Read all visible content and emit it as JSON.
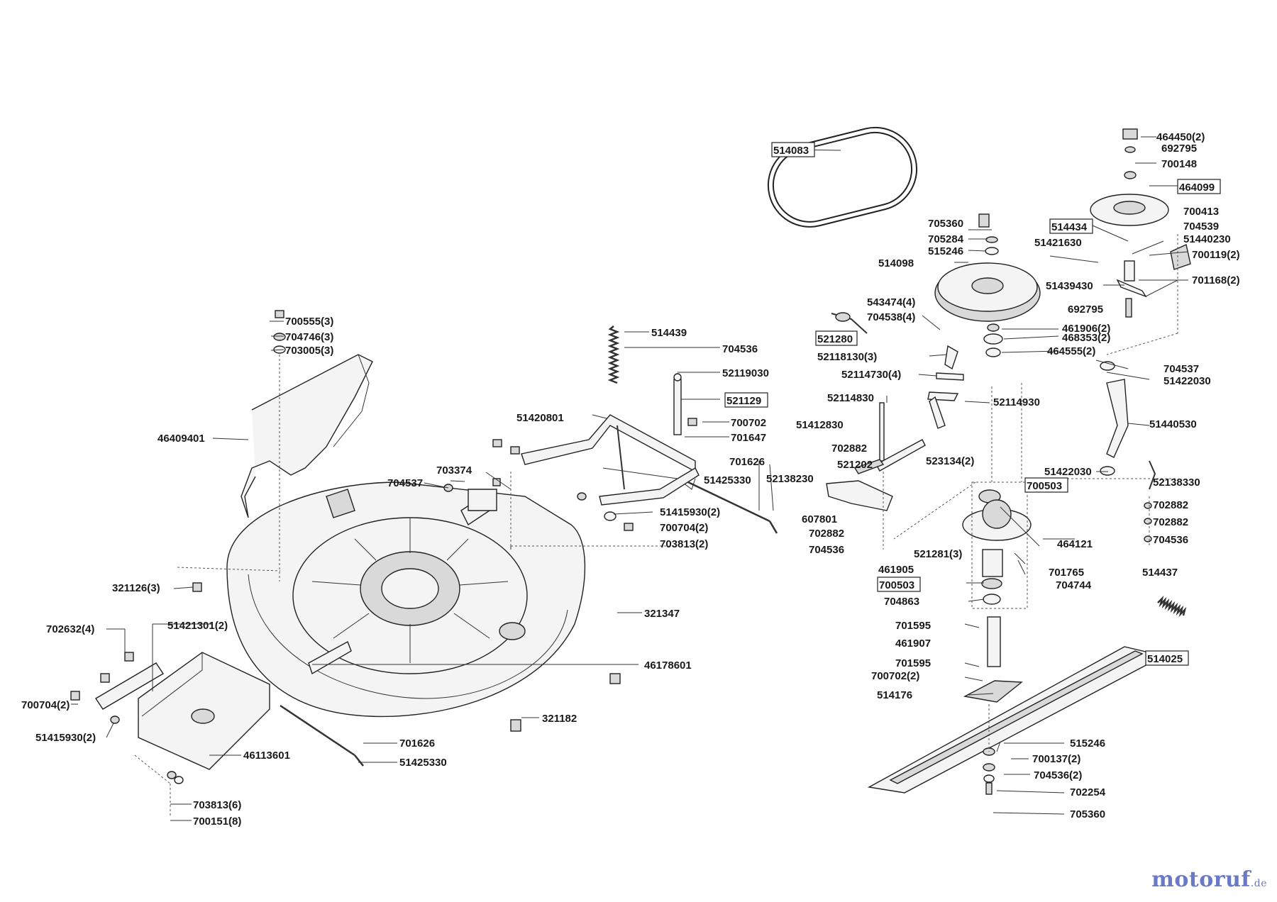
{
  "labels": {
    "l514083": "514083",
    "l464450_2": "464450(2)",
    "l692795a": "692795",
    "l700148": "700148",
    "l464099": "464099",
    "l705360a": "705360",
    "l514434": "514434",
    "l700413": "700413",
    "l704539": "704539",
    "l51440230": "51440230",
    "l705284": "705284",
    "l51421630": "51421630",
    "l515246a": "515246",
    "l700119_2": "700119(2)",
    "l514098": "514098",
    "l701168_2": "701168(2)",
    "l51439430": "51439430",
    "l692795b": "692795",
    "l543474_4": "543474(4)",
    "l704538_4": "704538(4)",
    "l461906_2": "461906(2)",
    "l468353_2": "468353(2)",
    "l521280": "521280",
    "l464555_2": "464555(2)",
    "l52118130_3": "52118130(3)",
    "l704537a": "704537",
    "l52114730_4": "52114730(4)",
    "l51422030a": "51422030",
    "l52114830": "52114830",
    "l52114930": "52114930",
    "l51440530": "51440530",
    "l51412830": "51412830",
    "l702882a": "702882",
    "l523134_2": "523134(2)",
    "l521202": "521202",
    "l51422030b": "51422030",
    "l52138230": "52138230",
    "l700503a": "700503",
    "l52138330": "52138330",
    "l607801": "607801",
    "l702882b": "702882",
    "l702882c": "702882",
    "l702882d": "702882",
    "l464121": "464121",
    "l704536a": "704536",
    "l704536b": "704536",
    "l521281_3": "521281(3)",
    "l461905": "461905",
    "l701765": "701765",
    "l514437": "514437",
    "l700503b": "700503",
    "l704744": "704744",
    "l704863": "704863",
    "l701595a": "701595",
    "l461907": "461907",
    "l701595b": "701595",
    "l514025": "514025",
    "l700702_2": "700702(2)",
    "l514176": "514176",
    "l515246b": "515246",
    "l700137_2": "700137(2)",
    "l704536_2": "704536(2)",
    "l702254": "702254",
    "l705360b": "705360",
    "l700555_3": "700555(3)",
    "l704746_3": "704746(3)",
    "l703005_3": "703005(3)",
    "l514439": "514439",
    "l704536c": "704536",
    "l52119030": "52119030",
    "l521129": "521129",
    "l51420801": "51420801",
    "l700702": "700702",
    "l701647": "701647",
    "l46409401": "46409401",
    "l701626a": "701626",
    "l703374": "703374",
    "l51425330a": "51425330",
    "l704537b": "704537",
    "l51415930_2a": "51415930(2)",
    "l700704_2a": "700704(2)",
    "l703813_2": "703813(2)",
    "l321126_3": "321126(3)",
    "l321347": "321347",
    "l702632_4": "702632(4)",
    "l51421301_2": "51421301(2)",
    "l46178601": "46178601",
    "l700704_2b": "700704(2)",
    "l51415930_2b": "51415930(2)",
    "l321182": "321182",
    "l46113601": "46113601",
    "l701626b": "701626",
    "l51425330b": "51425330",
    "l703813_6": "703813(6)",
    "l700151_8": "700151(8)"
  },
  "watermark": {
    "main": "motoruf",
    "suffix": ".de"
  }
}
